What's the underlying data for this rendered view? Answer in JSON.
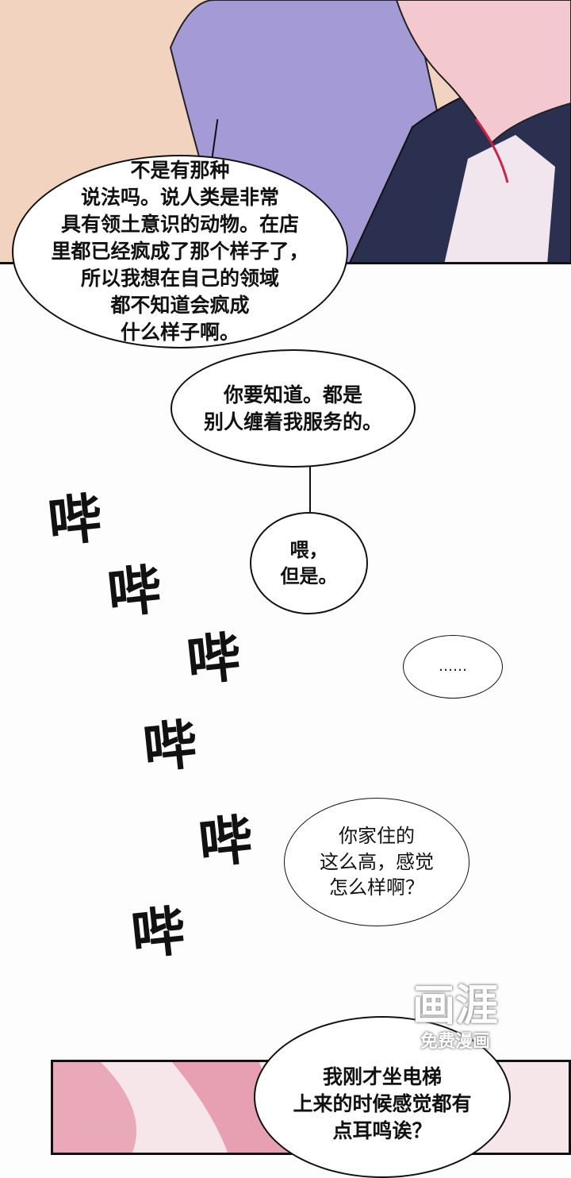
{
  "bubbles": [
    {
      "text": "不是有那种\n说法吗。说人类是非常\n具有领土意识的动物。在店\n里都已经疯成了那个样子了，\n所以我想在自己的领域\n都不知道会疯成\n什么样子啊。"
    },
    {
      "text": "你要知道。都是\n别人缠着我服务的。"
    },
    {
      "text": "喂，\n但是。"
    },
    {
      "text": "……"
    },
    {
      "text": "你家住的\n这么高，感觉\n怎么样啊？"
    },
    {
      "text": "我刚才坐电梯\n上来的时候感觉都有\n点耳鸣诶？"
    }
  ],
  "sfx": [
    "哔",
    "哔",
    "哔",
    "哔",
    "哔",
    "哔"
  ],
  "watermark": {
    "logo": "画涯",
    "tagline": "免费漫画"
  }
}
